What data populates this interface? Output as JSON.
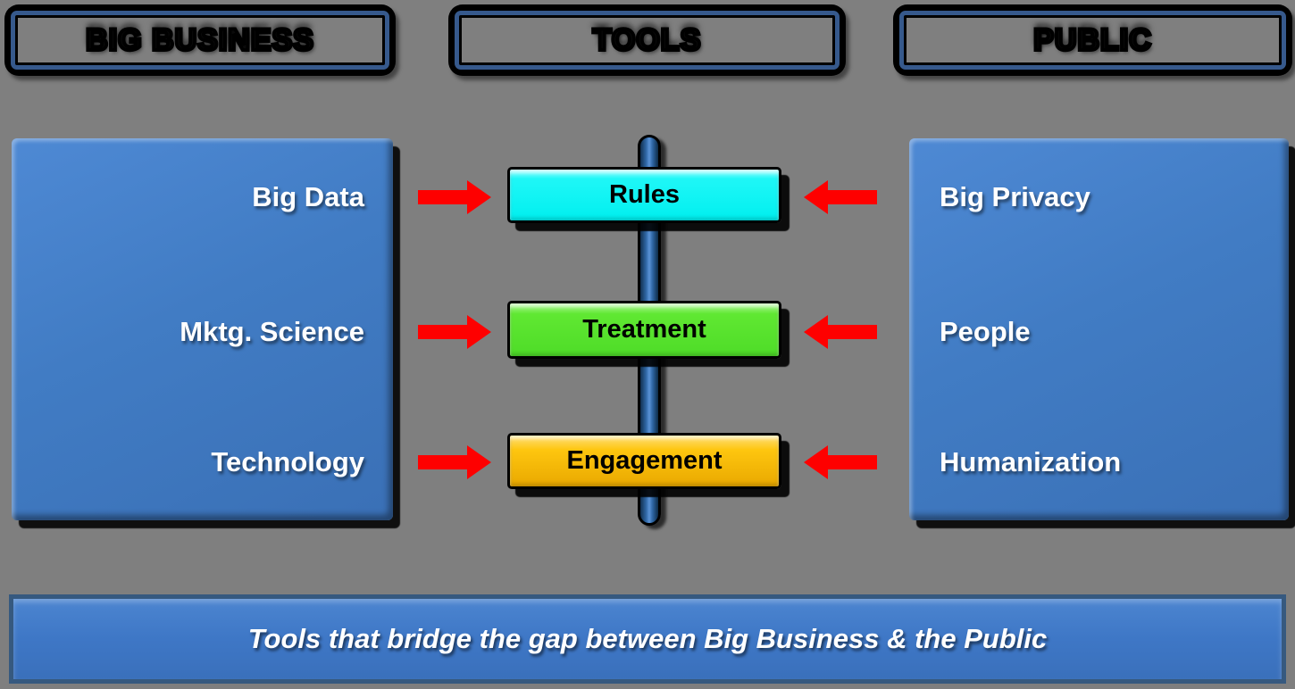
{
  "headers": [
    {
      "label": "BIG BUSINESS"
    },
    {
      "label": "TOOLS"
    },
    {
      "label": "PUBLIC"
    }
  ],
  "big_business": {
    "items": [
      "Big Data",
      "Mktg. Science",
      "Technology"
    ]
  },
  "public": {
    "items": [
      "Big Privacy",
      "People",
      "Humanization"
    ]
  },
  "tools": {
    "items": [
      {
        "label": "Rules",
        "color": "#00EFEF"
      },
      {
        "label": "Treatment",
        "color": "#55E62E"
      },
      {
        "label": "Engagement",
        "color": "#FEC60F"
      }
    ]
  },
  "banner": {
    "text": "Tools that bridge the gap between Big Business & the Public"
  },
  "colors": {
    "background": "#7F7F7F",
    "panel_blue": "#3F7AC0",
    "header_border_blue": "#36598C",
    "arrow_red": "#FE0000",
    "banner_border": "#36597F",
    "shadow_black": "#000000"
  }
}
